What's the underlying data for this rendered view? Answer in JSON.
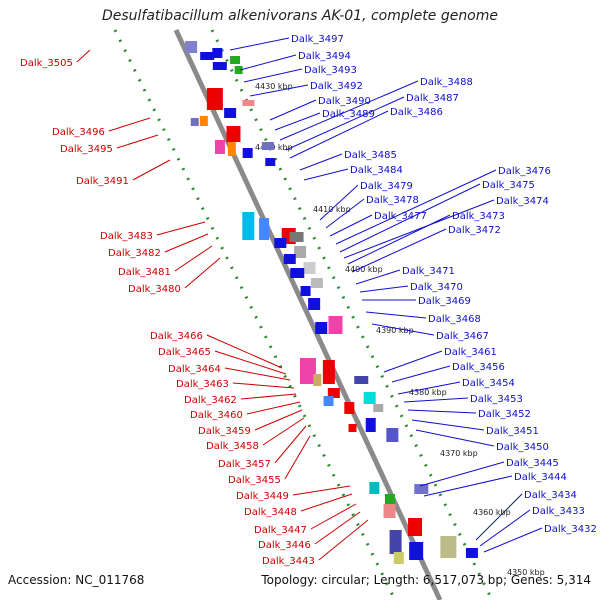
{
  "title": "Desulfatibacillum alkenivorans AK-01, complete genome",
  "footer": {
    "accession": "Accession: NC_011768",
    "summary": "Topology: circular; Length: 6,517,073 bp; Genes: 5,314"
  },
  "colors": {
    "backbone": "#8a8a8a",
    "scale_dots": "#2e8b2e",
    "left_label": "#cc0000",
    "right_label": "#1010cc"
  },
  "scale_ticks": [
    "4430 kbp",
    "4420 kbp",
    "4410 kbp",
    "4400 kbp",
    "4390 kbp",
    "4380 kbp",
    "4370 kbp",
    "4360 kbp",
    "4350 kbp"
  ],
  "left_labels": [
    "Dalk_3505",
    "Dalk_3496",
    "Dalk_3495",
    "Dalk_3491",
    "Dalk_3483",
    "Dalk_3482",
    "Dalk_3481",
    "Dalk_3480",
    "Dalk_3466",
    "Dalk_3465",
    "Dalk_3464",
    "Dalk_3463",
    "Dalk_3462",
    "Dalk_3460",
    "Dalk_3459",
    "Dalk_3458",
    "Dalk_3457",
    "Dalk_3455",
    "Dalk_3449",
    "Dalk_3448",
    "Dalk_3447",
    "Dalk_3446",
    "Dalk_3443"
  ],
  "right_labels": [
    "Dalk_3497",
    "Dalk_3494",
    "Dalk_3493",
    "Dalk_3492",
    "Dalk_3490",
    "Dalk_3489",
    "Dalk_3488",
    "Dalk_3487",
    "Dalk_3486",
    "Dalk_3485",
    "Dalk_3484",
    "Dalk_3479",
    "Dalk_3478",
    "Dalk_3477",
    "Dalk_3476",
    "Dalk_3475",
    "Dalk_3474",
    "Dalk_3473",
    "Dalk_3472",
    "Dalk_3471",
    "Dalk_3470",
    "Dalk_3469",
    "Dalk_3468",
    "Dalk_3467",
    "Dalk_3461",
    "Dalk_3456",
    "Dalk_3454",
    "Dalk_3453",
    "Dalk_3452",
    "Dalk_3451",
    "Dalk_3450",
    "Dalk_3445",
    "Dalk_3444",
    "Dalk_3434",
    "Dalk_3433",
    "Dalk_3432"
  ]
}
